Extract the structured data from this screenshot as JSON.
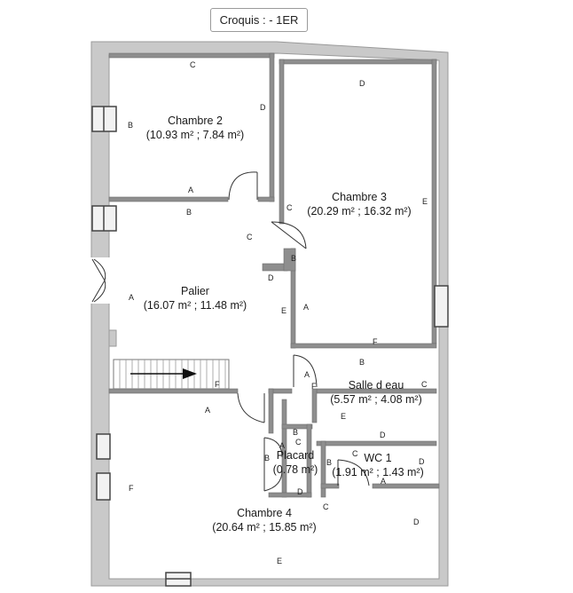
{
  "title": "Croquis :  - 1ER",
  "rooms": [
    {
      "name": "Chambre 2",
      "area": "(10.93 m² ; 7.84 m²)"
    },
    {
      "name": "Chambre 3",
      "area": "(20.29 m² ; 16.32 m²)"
    },
    {
      "name": "Palier",
      "area": "(16.07 m² ; 11.48 m²)"
    },
    {
      "name": "Salle d eau",
      "area": "(5.57 m² ; 4.08 m²)"
    },
    {
      "name": "WC 1",
      "area": "(1.91 m² ; 1.43 m²)"
    },
    {
      "name": "Placard",
      "area": "(0.78 m²)"
    },
    {
      "name": "Chambre 4",
      "area": "(20.64 m² ; 15.85 m²)"
    }
  ],
  "wall_letters": {
    "a": "A",
    "b": "B",
    "c": "C",
    "d": "D",
    "e": "E",
    "f": "F"
  },
  "colors": {
    "wall_outer": "#a9a9a9",
    "wall_inner": "#8c8c8c",
    "window_frame": "#555555",
    "line": "#333333"
  }
}
